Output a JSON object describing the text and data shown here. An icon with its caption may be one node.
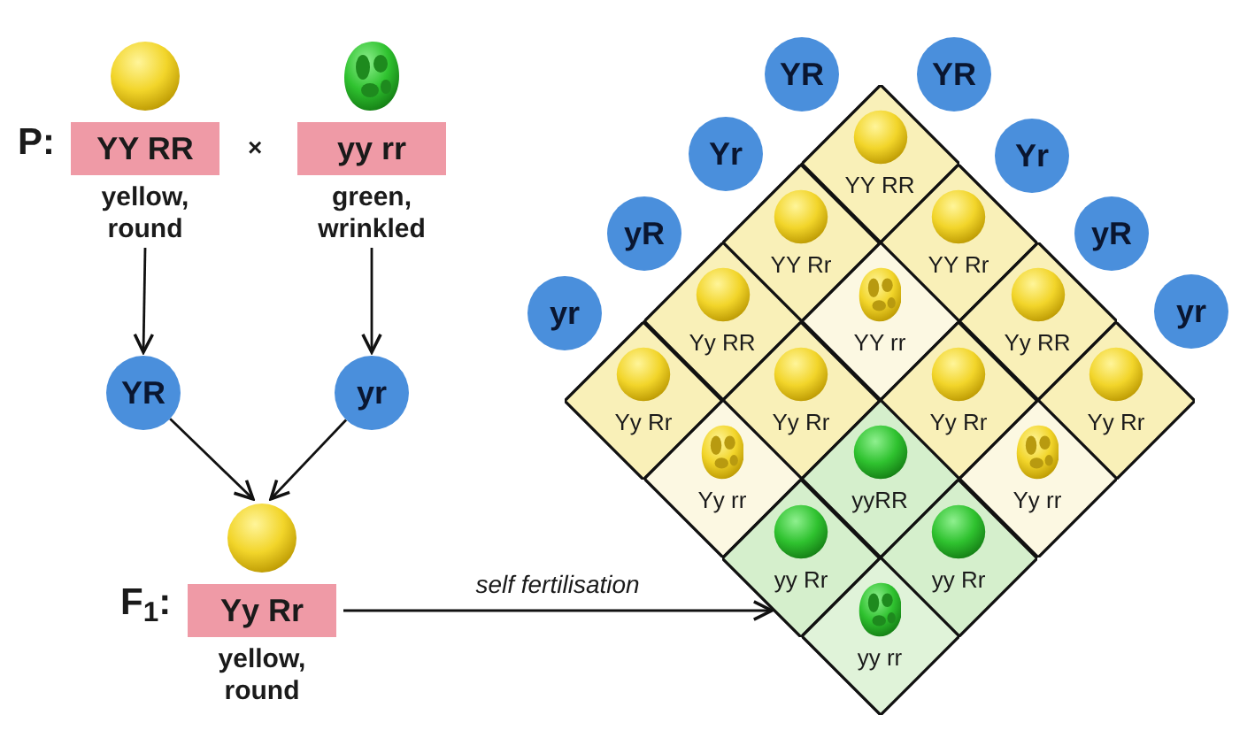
{
  "diagram": {
    "nodes": [
      {
        "text": [
          "YY RR"
        ],
        "beside": [
          "yellow, round"
        ]
      },
      {
        "text": [
          "yy rr"
        ],
        "beside": [
          "green, wrinkled"
        ]
      },
      {
        "text": [
          "YR"
        ]
      },
      {
        "text": [
          "yr"
        ]
      },
      {
        "text": [
          "Yy Rr"
        ],
        "beside": [
          "yellow, round"
        ]
      },
      {
        "text": [
          "YR"
        ]
      },
      {
        "text": [
          "Yr"
        ]
      },
      {
        "text": [
          "yR"
        ]
      },
      {
        "text": [
          "yr"
        ]
      },
      {
        "text": [
          "YR"
        ]
      },
      {
        "text": [
          "Yr"
        ]
      },
      {
        "text": [
          "yR"
        ]
      },
      {
        "text": [
          "yr"
        ]
      },
      {
        "text": [],
        "shape": "diamond"
      },
      {
        "text": [
          "YY RR"
        ],
        "in": 13
      },
      {
        "text": [
          "YY Rr"
        ],
        "in": 13
      },
      {
        "text": [
          "YY Rr"
        ],
        "in": 13
      },
      {
        "text": [
          "Yy RR"
        ],
        "in": 13
      },
      {
        "text": [
          "YY rr"
        ],
        "in": 13
      },
      {
        "text": [
          "Yy RR"
        ],
        "in": 13
      },
      {
        "text": [
          "Yy Rr"
        ],
        "in": 13
      },
      {
        "text": [
          "Yy Rr"
        ],
        "in": 13
      },
      {
        "text": [
          "Yy Rr"
        ],
        "in": 13
      },
      {
        "text": [
          "Yy Rr"
        ],
        "in": 13
      },
      {
        "text": [
          "Yy rr"
        ],
        "in": 13
      },
      {
        "text": [
          "yyRR"
        ],
        "in": 13
      },
      {
        "text": [
          "Yy rr"
        ],
        "in": 13
      },
      {
        "text": [
          "yy Rr"
        ],
        "in": 13
      },
      {
        "text": [
          "yy Rr"
        ],
        "in": 13
      },
      {
        "text": [
          "yy rr"
        ],
        "in": 13
      }
    ],
    "edges": [
      {
        "from": 0,
        "to": 2,
        "arrow": "to"
      },
      {
        "from": 1,
        "to": 3,
        "arrow": "to"
      },
      {
        "from": 2,
        "to": 4,
        "arrow": "to"
      },
      {
        "from": 3,
        "to": 4,
        "arrow": "to"
      },
      {
        "from": 4,
        "to": 13,
        "arrow": "to",
        "label": "self fertilisation"
      }
    ],
    "labels": [
      "P:",
      "×",
      "F$_{1}$:"
    ]
  }
}
